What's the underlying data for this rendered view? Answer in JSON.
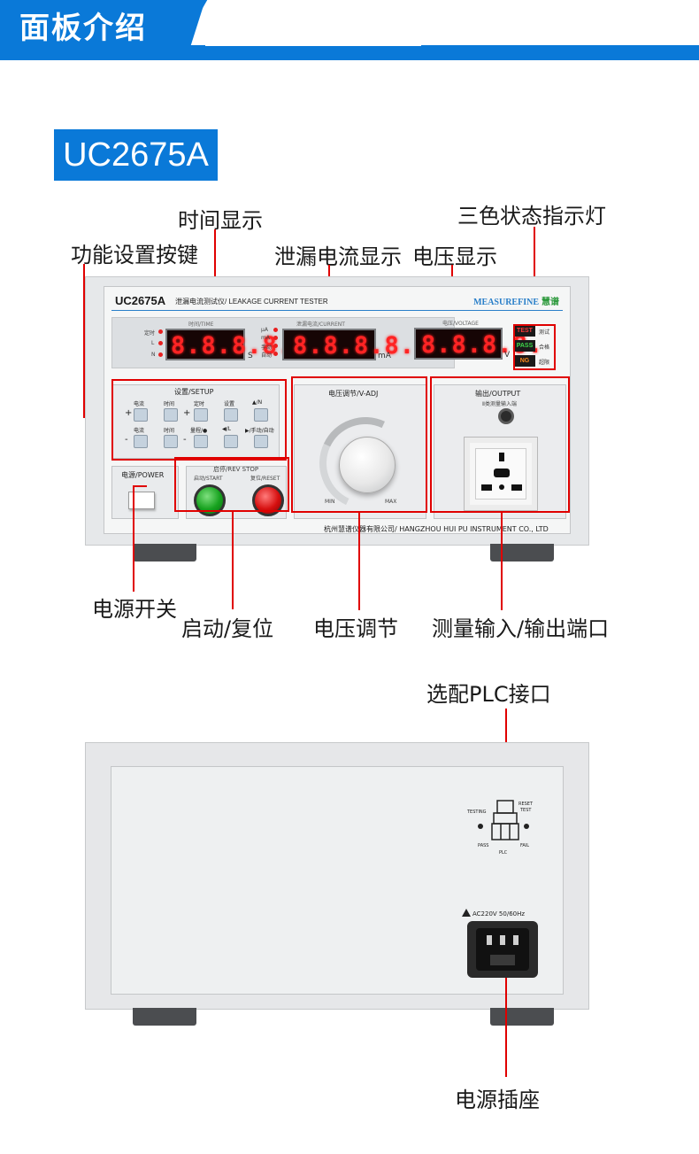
{
  "header": {
    "title": "面板介绍",
    "subtitle": "THREE COLOR STATUS INDICATOR"
  },
  "model_badge": "UC2675A",
  "callouts": {
    "time_display": "时间显示",
    "tri_color": "三色状态指示灯",
    "function_keys": "功能设置按键",
    "leak_display": "泄漏电流显示",
    "voltage_display": "电压显示",
    "power_switch": "电源开关",
    "start_reset": "启动/复位",
    "voltage_adjust": "电压调节",
    "io_port": "测量输入/输出端口",
    "plc_port": "选配PLC接口",
    "power_socket": "电源插座"
  },
  "front_panel": {
    "model": "UC2675A",
    "description": "泄漏电流测试仪/ LEAKAGE CURRENT TESTER",
    "brand": "MEASUREFINE",
    "brand_cn": "慧谱",
    "time_caption": "时间/TIME",
    "time_value": "8.8.8.8.",
    "time_unit": "S",
    "time_leds": [
      "定时",
      "L",
      "N"
    ],
    "current_caption": "泄漏电流/CURRENT",
    "current_value": "8.8.8.8.",
    "current_unit": "mA",
    "current_leds": [
      "μA",
      "mA",
      "手动",
      "自动"
    ],
    "voltage_caption": "电压/VOLTAGE",
    "voltage_value": "8.8.8.8.",
    "voltage_unit": "V",
    "status": [
      {
        "label": "TEST",
        "text": "测试",
        "color": "#ff3a3a"
      },
      {
        "label": "PASS",
        "text": "合格",
        "color": "#3ed84a"
      },
      {
        "label": "NG",
        "text": "超限",
        "color": "#ff8a1a"
      }
    ],
    "setup_title": "设置/SETUP",
    "setup_row1": [
      "电流",
      "时间",
      "定时",
      "设置",
      "▲/N"
    ],
    "setup_row2": [
      "电流",
      "时间",
      "量程/●",
      "◀/L",
      "▶/手动/自动"
    ],
    "vadj_title": "电压调节/V-ADJ",
    "knob_min": "MIN",
    "knob_max": "MAX",
    "output_title": "输出/OUTPUT",
    "output_sub": "Ⅱ类测量输入端",
    "power_title": "电源/POWER",
    "start_title": "启停/REV STOP",
    "start_label": "启动/START",
    "reset_label": "复位/RESET",
    "company": "杭州慧谱仪器有限公司/ HANGZHOU HUI PU INSTRUMENT CO., LTD"
  },
  "rear_panel": {
    "plc": {
      "testing": "TESTING",
      "reset": "RESET",
      "test": "TEST",
      "pass": "PASS",
      "fail": "FAIL",
      "plc": "PLC"
    },
    "ac_label": "AC220V  50/60Hz"
  }
}
